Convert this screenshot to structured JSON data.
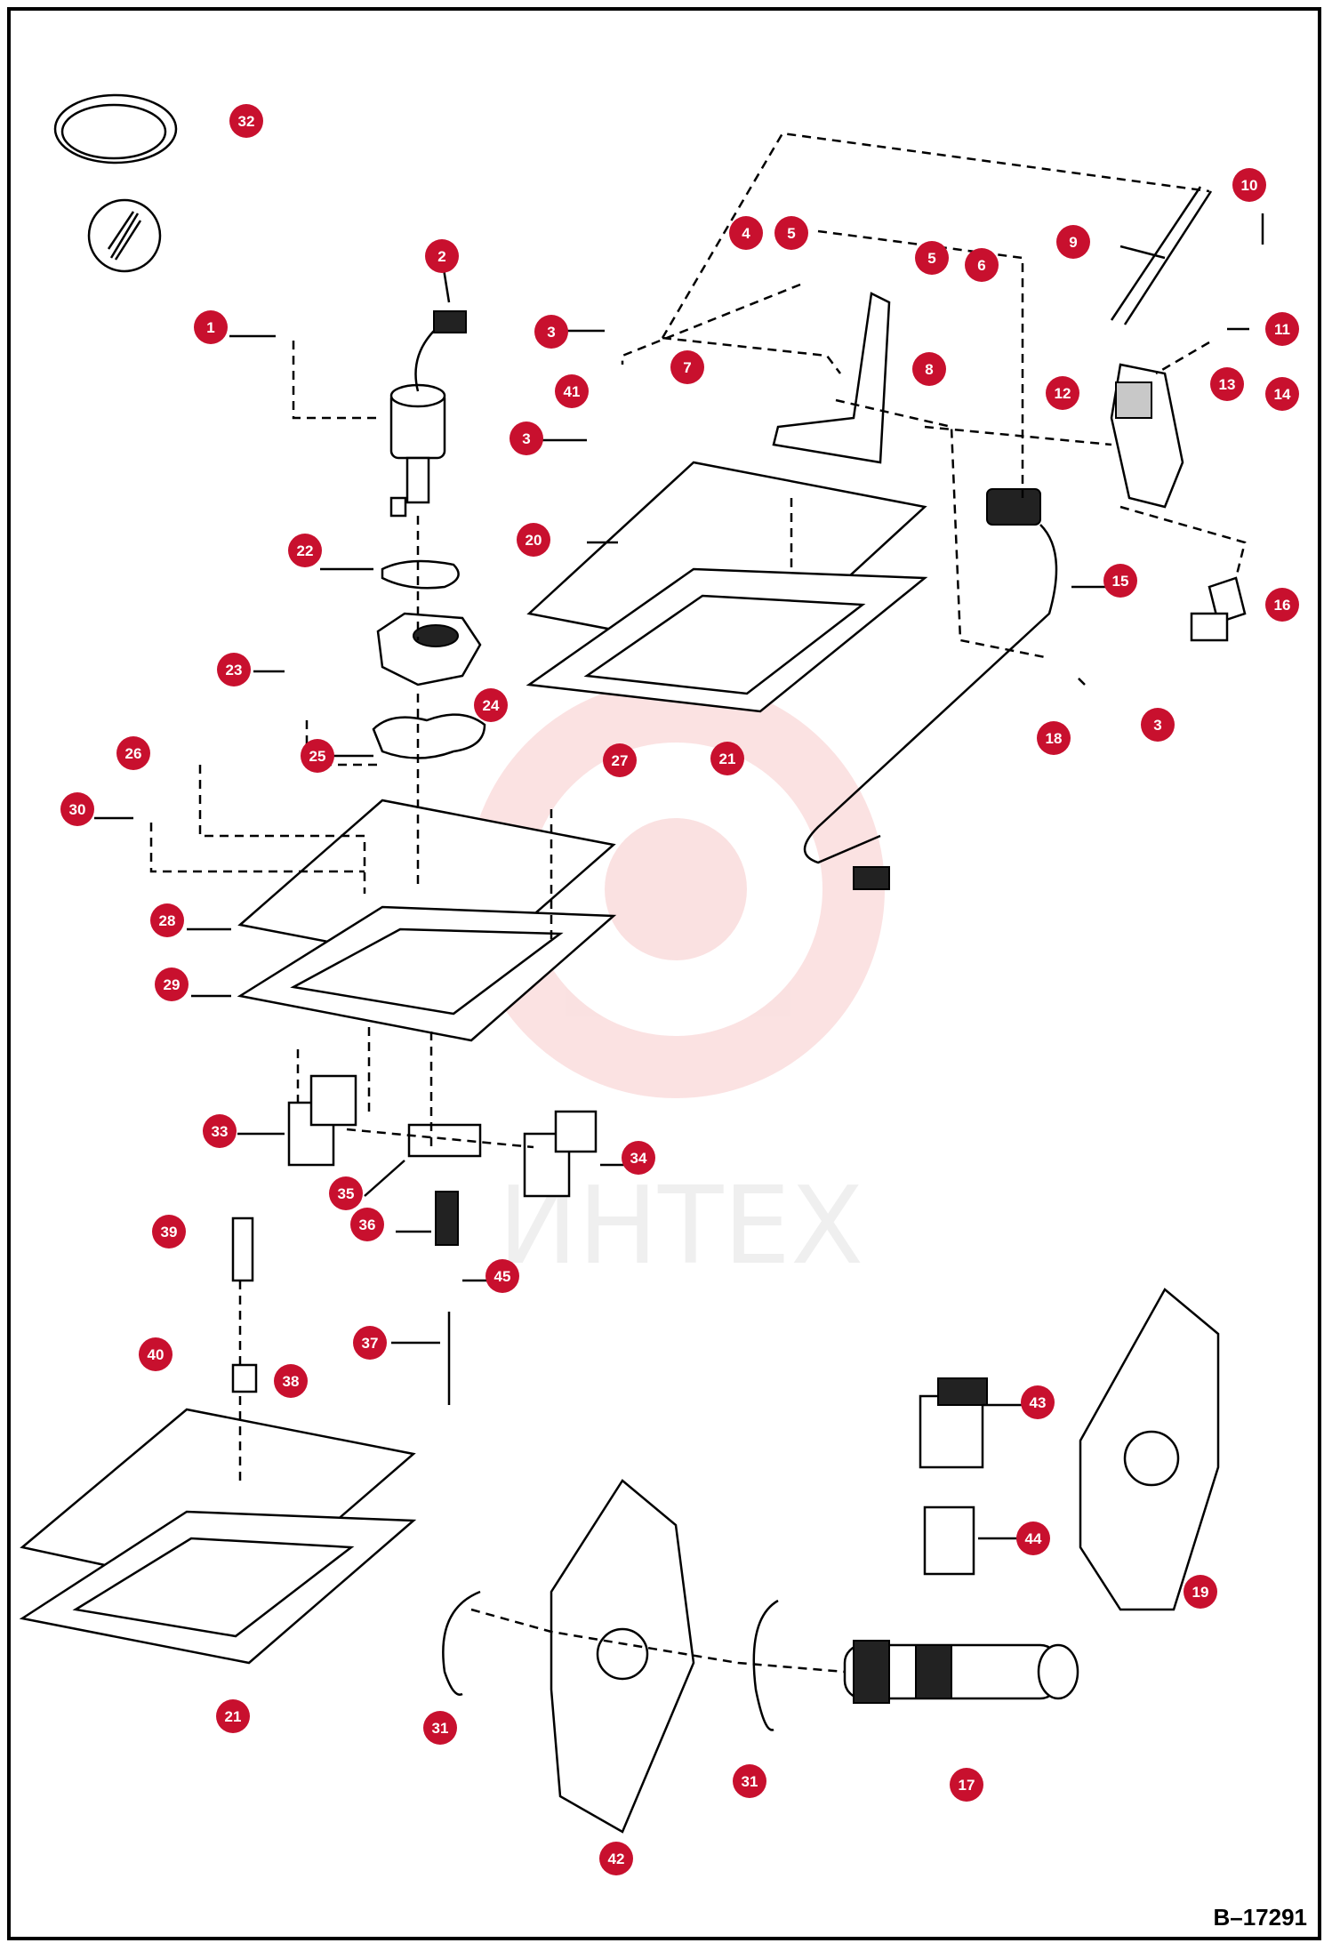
{
  "diagram": {
    "drawing_number": "B–17291",
    "watermark": "ИНТЕХ",
    "callouts": [
      {
        "label": "1"
      },
      {
        "label": "2"
      },
      {
        "label": "3"
      },
      {
        "label": "3"
      },
      {
        "label": "3"
      },
      {
        "label": "4"
      },
      {
        "label": "5"
      },
      {
        "label": "5"
      },
      {
        "label": "6"
      },
      {
        "label": "7"
      },
      {
        "label": "8"
      },
      {
        "label": "9"
      },
      {
        "label": "10"
      },
      {
        "label": "11"
      },
      {
        "label": "12"
      },
      {
        "label": "13"
      },
      {
        "label": "14"
      },
      {
        "label": "15"
      },
      {
        "label": "16"
      },
      {
        "label": "17"
      },
      {
        "label": "18"
      },
      {
        "label": "19"
      },
      {
        "label": "20"
      },
      {
        "label": "21"
      },
      {
        "label": "21"
      },
      {
        "label": "22"
      },
      {
        "label": "23"
      },
      {
        "label": "24"
      },
      {
        "label": "25"
      },
      {
        "label": "26"
      },
      {
        "label": "27"
      },
      {
        "label": "28"
      },
      {
        "label": "29"
      },
      {
        "label": "30"
      },
      {
        "label": "31"
      },
      {
        "label": "31"
      },
      {
        "label": "32"
      },
      {
        "label": "33"
      },
      {
        "label": "34"
      },
      {
        "label": "35"
      },
      {
        "label": "36"
      },
      {
        "label": "37"
      },
      {
        "label": "38"
      },
      {
        "label": "39"
      },
      {
        "label": "40"
      },
      {
        "label": "41"
      },
      {
        "label": "42"
      },
      {
        "label": "43"
      },
      {
        "label": "44"
      },
      {
        "label": "45"
      }
    ]
  }
}
